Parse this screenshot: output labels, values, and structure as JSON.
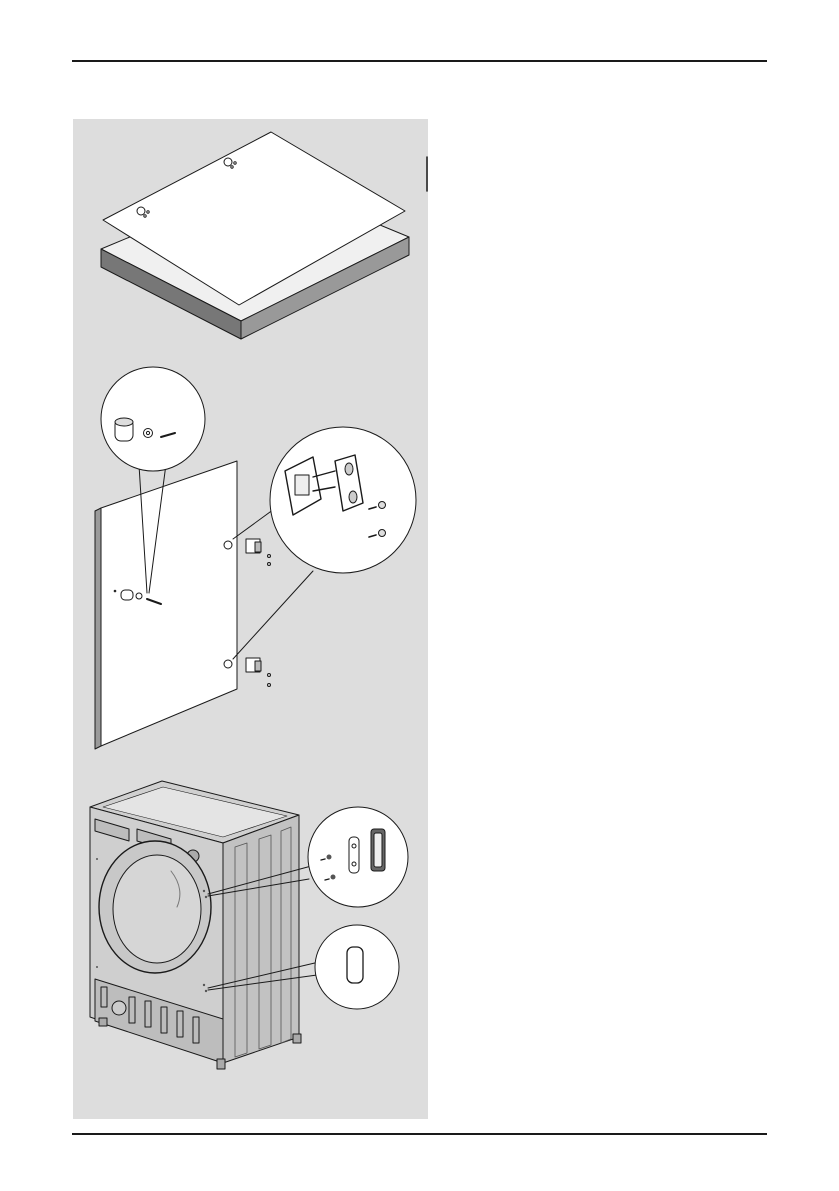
{
  "page": {
    "header_rule": true,
    "footer_rule": true
  },
  "illustration": {
    "panel_color": "#dddddd",
    "steps": [
      {
        "name": "worktop-and-template-sheet"
      },
      {
        "name": "door-panel-with-hinges-and-handle-fittings"
      },
      {
        "name": "washing-machine-with-magnet-fittings"
      }
    ]
  }
}
